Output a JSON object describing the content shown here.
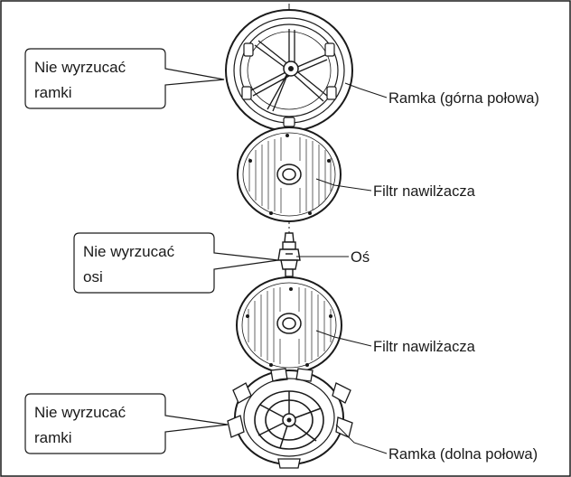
{
  "callouts": {
    "frame_top": {
      "line1": "Nie wyrzucać",
      "line2": "ramki"
    },
    "axis": {
      "line1": "Nie wyrzucać",
      "line2": "osi"
    },
    "frame_bottom": {
      "line1": "Nie wyrzucać",
      "line2": "ramki"
    }
  },
  "labels": {
    "frame_upper": "Ramka (górna połowa)",
    "filter_upper": "Filtr nawilżacza",
    "axis": "Oś",
    "filter_lower": "Filtr nawilżacza",
    "frame_lower": "Ramka (dolna połowa)"
  },
  "colors": {
    "line": "#1a1a1a",
    "fill": "#ffffff",
    "accent": "#e8e8e8"
  }
}
